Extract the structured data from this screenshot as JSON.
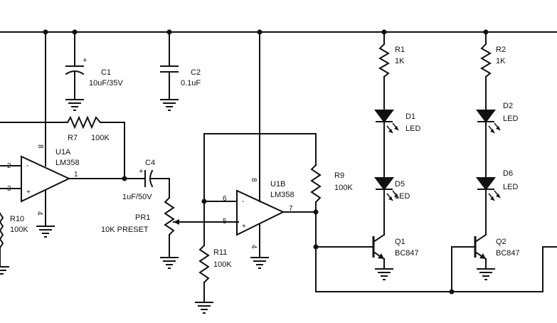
{
  "components": {
    "c1": {
      "ref": "C1",
      "value": "10uF/35V",
      "polarity": "+"
    },
    "c2": {
      "ref": "C2",
      "value": "0.1uF"
    },
    "r7": {
      "ref": "R7",
      "value": "100K"
    },
    "u1a": {
      "ref": "U1A",
      "part": "LM358",
      "pin_inv": "2",
      "pin_noninv": "3",
      "pin_out": "1",
      "pin_vcc": "8",
      "pin_gnd": "4",
      "minus": "-",
      "plus": "+"
    },
    "r10": {
      "ref": "R10",
      "value": "100K"
    },
    "c4": {
      "ref": "C4",
      "value": "1uF/50V",
      "polarity": "+"
    },
    "pr1": {
      "ref": "PR1",
      "value": "10K PRESET"
    },
    "u1b": {
      "ref": "U1B",
      "part": "LM358",
      "pin_inv": "6",
      "pin_noninv": "5",
      "pin_out": "7",
      "pin_vcc": "8",
      "pin_gnd": "4",
      "minus": "-",
      "plus": "+"
    },
    "r11": {
      "ref": "R11",
      "value": "100K"
    },
    "r9": {
      "ref": "R9",
      "value": "100K"
    },
    "r1": {
      "ref": "R1",
      "value": "1K"
    },
    "r2": {
      "ref": "R2",
      "value": "1K"
    },
    "d1": {
      "ref": "D1",
      "value": "LED"
    },
    "d5": {
      "ref": "D5",
      "value": "LED"
    },
    "d2": {
      "ref": "D2",
      "value": "LED"
    },
    "d6": {
      "ref": "D6",
      "value": "LED"
    },
    "q1": {
      "ref": "Q1",
      "part": "BC847"
    },
    "q2": {
      "ref": "Q2",
      "part": "BC847"
    }
  }
}
